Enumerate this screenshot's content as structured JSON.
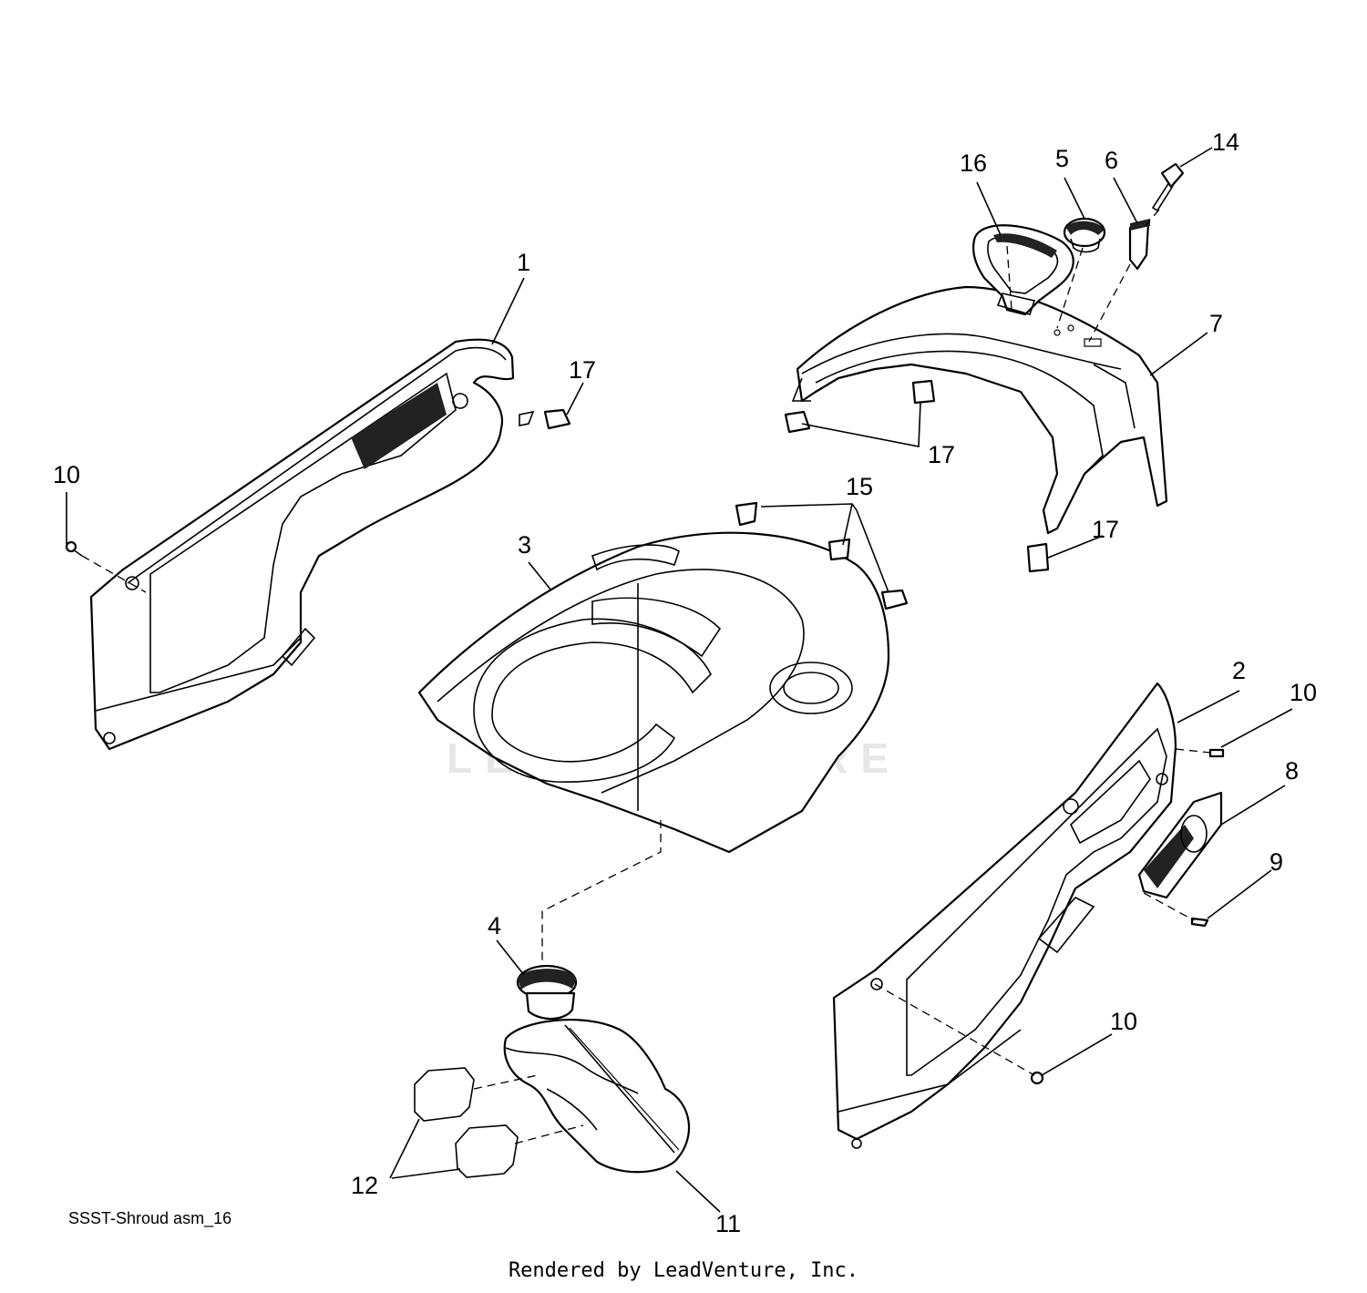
{
  "diagram": {
    "reference_code": "SSST-Shroud asm_16",
    "credit": "Rendered by LeadVenture, Inc.",
    "watermark": "LEADVENTURE",
    "callouts": {
      "c1": "1",
      "c2": "2",
      "c3": "3",
      "c4": "4",
      "c5": "5",
      "c6": "6",
      "c7": "7",
      "c8": "8",
      "c9": "9",
      "c10a": "10",
      "c10b": "10",
      "c10c": "10",
      "c11": "11",
      "c12": "12",
      "c14": "14",
      "c15": "15",
      "c16": "16",
      "c17a": "17",
      "c17b": "17",
      "c17c": "17"
    }
  }
}
